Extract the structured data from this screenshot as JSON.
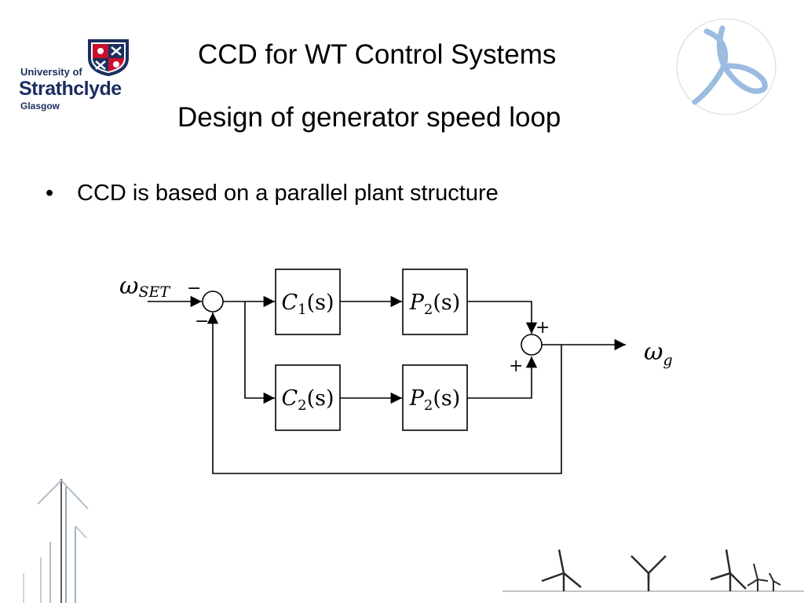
{
  "header": {
    "logo": {
      "line1": "University of",
      "line2": "Strathclyde",
      "line3": "Glasgow"
    },
    "title": "CCD for WT Control Systems",
    "subtitle": "Design of generator speed loop"
  },
  "bullets": [
    {
      "text": "CCD is based on a parallel plant structure"
    }
  ],
  "diagram": {
    "input": {
      "sym": "ω",
      "sub": "SET"
    },
    "output": {
      "sym": "ω",
      "sub": "g"
    },
    "blocks": [
      {
        "letter": "C",
        "index": "1",
        "arg": "(s)"
      },
      {
        "letter": "P",
        "index": "2",
        "arg": "(s)"
      },
      {
        "letter": "C",
        "index": "2",
        "arg": "(s)"
      },
      {
        "letter": "P",
        "index": "2",
        "arg": "(s)"
      }
    ],
    "signs": {
      "s1_top": "−",
      "s1_bottom": "−",
      "s2_top": "+",
      "s2_bottom": "+"
    }
  },
  "colors": {
    "logo_navy": "#1b2f5e",
    "logo_red": "#c8102e",
    "emblem_blue": "#9bbbe0"
  }
}
